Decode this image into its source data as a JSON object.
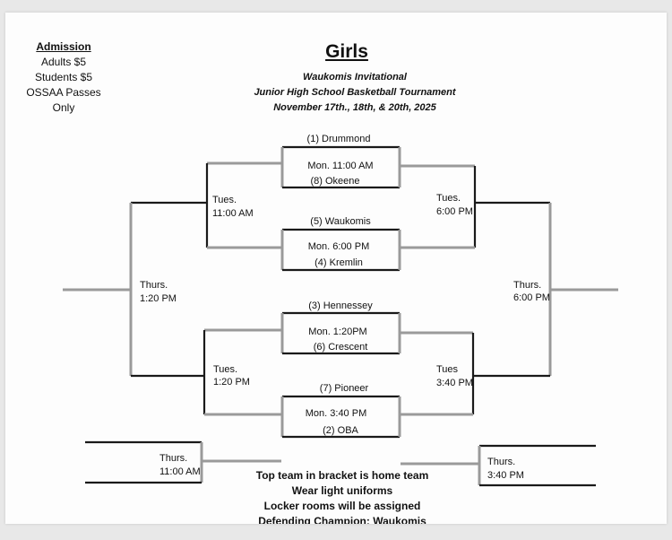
{
  "admission": {
    "heading": "Admission",
    "lines": [
      "Adults $5",
      "Students $5",
      "OSSAA Passes Only"
    ]
  },
  "header": {
    "title": "Girls",
    "subtitle1": "Waukomis Invitational",
    "subtitle2": "Junior High School Basketball Tournament",
    "subtitle3": "November 17th., 18th, & 20th, 2025"
  },
  "first_round": [
    {
      "top": "(1) Drummond",
      "time": "Mon. 11:00 AM",
      "bottom": "(8) Okeene"
    },
    {
      "top": "(5) Waukomis",
      "time": "Mon. 6:00 PM",
      "bottom": "(4) Kremlin"
    },
    {
      "top": "(3) Hennessey",
      "time": "Mon. 1:20PM",
      "bottom": "(6) Crescent"
    },
    {
      "top": "(7) Pioneer",
      "time": "Mon. 3:40 PM",
      "bottom": "(2) OBA"
    }
  ],
  "left_side": {
    "semi_top": {
      "day": "Tues.",
      "time": "11:00 AM"
    },
    "semi_bottom": {
      "day": "Tues.",
      "time": "1:20 PM"
    },
    "final": {
      "day": "Thurs.",
      "time": "1:20 PM"
    },
    "consolation": {
      "day": "Thurs.",
      "time": "11:00 AM"
    }
  },
  "right_side": {
    "semi_top": {
      "day": "Tues.",
      "time": "6:00 PM"
    },
    "semi_bottom": {
      "day": "Tues",
      "time": "3:40 PM"
    },
    "final": {
      "day": "Thurs.",
      "time": "6:00 PM"
    },
    "consolation": {
      "day": "Thurs.",
      "time": "3:40 PM"
    }
  },
  "notes": [
    "Top team in bracket is home team",
    "Wear light uniforms",
    "Locker rooms will be assigned",
    "Defending Champion: Waukomis"
  ]
}
